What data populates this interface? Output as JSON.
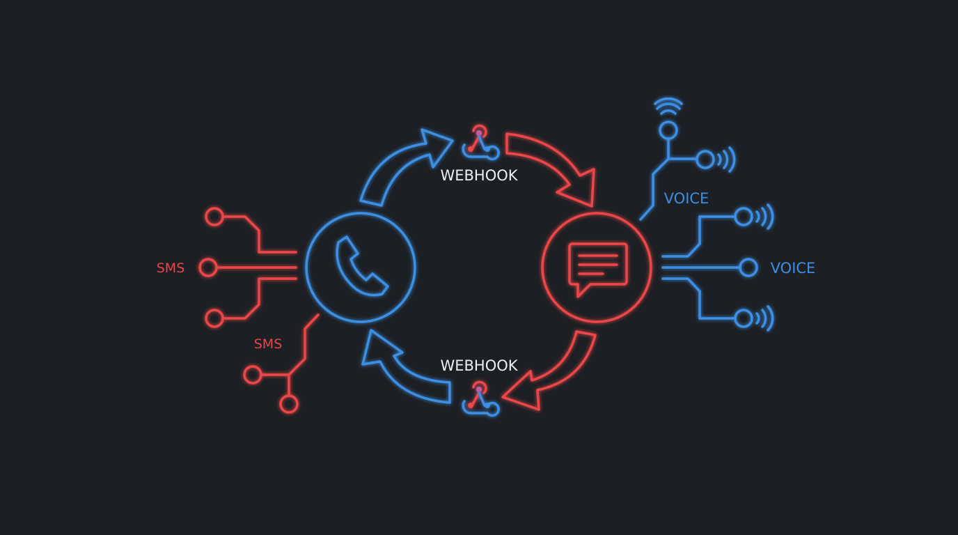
{
  "labels": {
    "webhook_top": "WEBHOOK",
    "webhook_bottom": "WEBHOOK",
    "sms_left": "SMS",
    "sms_lower": "SMS",
    "voice_upper": "VOICE",
    "voice_right": "VOICE"
  },
  "colors": {
    "background": "#1c1f23",
    "blue": "#3d8fe3",
    "red": "#ea4649",
    "text": "#f0f0f0"
  }
}
